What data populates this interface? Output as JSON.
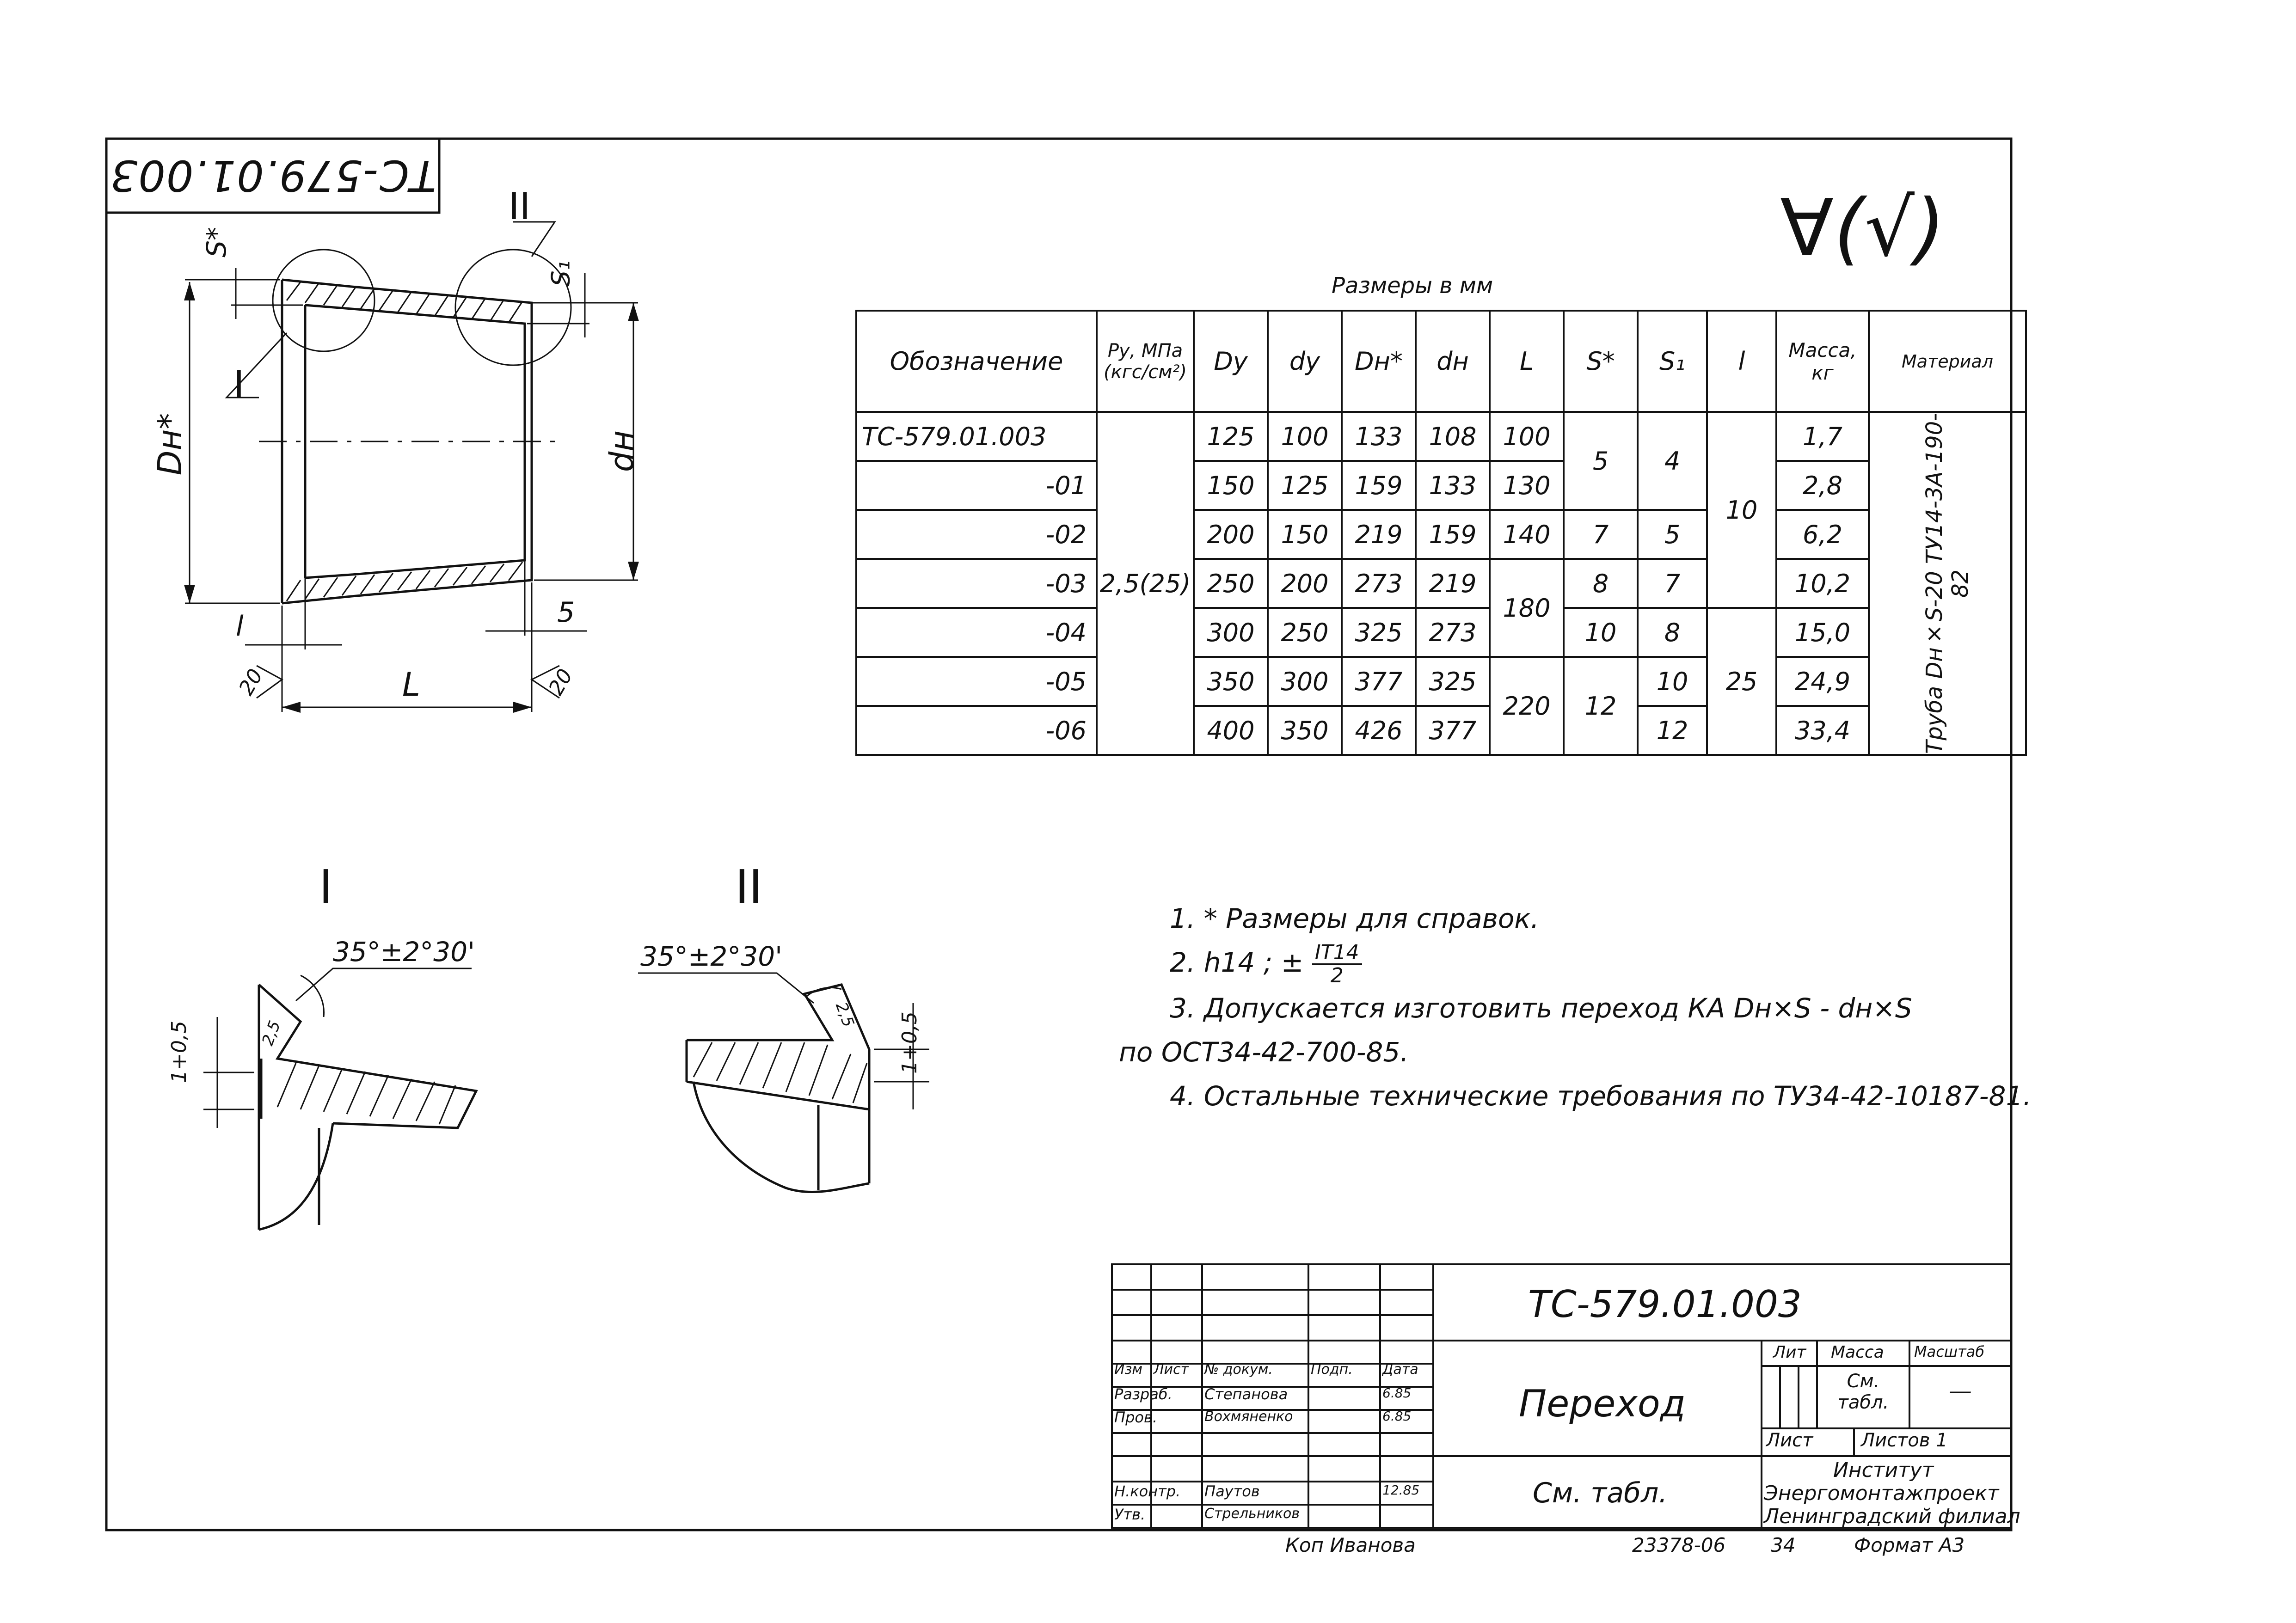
{
  "stamp": {
    "code_rotated": "ТС-579.01.003"
  },
  "check_mark": "∀(√)",
  "drawing": {
    "view_labels": {
      "I": "I",
      "II": "II"
    },
    "dims": {
      "s_star": "S*",
      "s1": "S₁",
      "Dn_star": "Dн*",
      "dn": "dн",
      "l": "l",
      "L": "L",
      "five": "5",
      "twenty": "20"
    },
    "detail_I": {
      "angle": "35°±2°30'",
      "tol": "1+0,5",
      "small": "2,5"
    },
    "detail_II": {
      "angle": "35°±2°30'",
      "tol": "1+0,5",
      "small": "2,5"
    }
  },
  "table": {
    "caption": "Размеры в мм",
    "headers": [
      "Обозначение",
      "Ру, МПа (кгс/см²)",
      "Dу",
      "dу",
      "Dн*",
      "dн",
      "L",
      "S*",
      "S₁",
      "l",
      "Масса, кг",
      "Материал"
    ],
    "pressure": "2,5(25)",
    "material": "Труба Dн×S-20 ТУ14-3А-190-82",
    "rows": [
      {
        "designation": "ТС-579.01.003",
        "Dy": "125",
        "dy": "100",
        "Dn": "133",
        "dn": "108",
        "mass": "1,7"
      },
      {
        "designation": "-01",
        "Dy": "150",
        "dy": "125",
        "Dn": "159",
        "dn": "133",
        "mass": "2,8"
      },
      {
        "designation": "-02",
        "Dy": "200",
        "dy": "150",
        "Dn": "219",
        "dn": "159",
        "mass": "6,2"
      },
      {
        "designation": "-03",
        "Dy": "250",
        "dy": "200",
        "Dn": "273",
        "dn": "219",
        "mass": "10,2"
      },
      {
        "designation": "-04",
        "Dy": "300",
        "dy": "250",
        "Dn": "325",
        "dn": "273",
        "mass": "15,0"
      },
      {
        "designation": "-05",
        "Dy": "350",
        "dy": "300",
        "Dn": "377",
        "dn": "325",
        "mass": "24,9"
      },
      {
        "designation": "-06",
        "Dy": "400",
        "dy": "350",
        "Dn": "426",
        "dn": "377",
        "mass": "33,4"
      }
    ],
    "L_vals": [
      "100",
      "130",
      "140",
      "180",
      "220"
    ],
    "S_vals": [
      "5",
      "7",
      "8",
      "10",
      "12"
    ],
    "S1_vals": [
      "4",
      "5",
      "7",
      "8",
      "10",
      "12"
    ],
    "l_vals": [
      "10",
      "25"
    ]
  },
  "notes": {
    "n1": "1. * Размеры для справок.",
    "n2_a": "2. h14 ;  ±",
    "n2_num": "IT14",
    "n2_den": "2",
    "n3": "3. Допускается изготовить переход КА Dн×S - dн×S",
    "n3b": "по ОСТ34-42-700-85.",
    "n4": "4. Остальные технические требования по ТУ34-42-10187-81."
  },
  "title_block": {
    "doc_code": "ТС-579.01.003",
    "name": "Переход",
    "material": "См. табл.",
    "cols": {
      "izm": "Изм",
      "list": "Лист",
      "ndoc": "№ докум.",
      "podp": "Подп.",
      "data": "Дата"
    },
    "roles": {
      "razrab": "Разраб.",
      "razrab_name": "Степанова",
      "razrab_date": "6.85",
      "prov": "Пров.",
      "prov_name": "Вохмяненко",
      "prov_date": "6.85",
      "nkontr": "Н.контр.",
      "nkontr_name": "Паутов",
      "nkontr_date": "12.85",
      "utv": "Утв.",
      "utv_name": "Стрельников"
    },
    "lit": "Лит",
    "massa": "Масса",
    "masshtab": "Масштаб",
    "massa_val": "См. табл.",
    "masshtab_val": "—",
    "list": "Лист",
    "listov": "Листов 1",
    "org1": "Институт",
    "org2": "Энергомонтажпроект",
    "org3": "Ленинградский филиал"
  },
  "footer": {
    "copied": "Коп Иванова",
    "num": "23378-06",
    "sheet": "34",
    "format": "Формат А3"
  }
}
